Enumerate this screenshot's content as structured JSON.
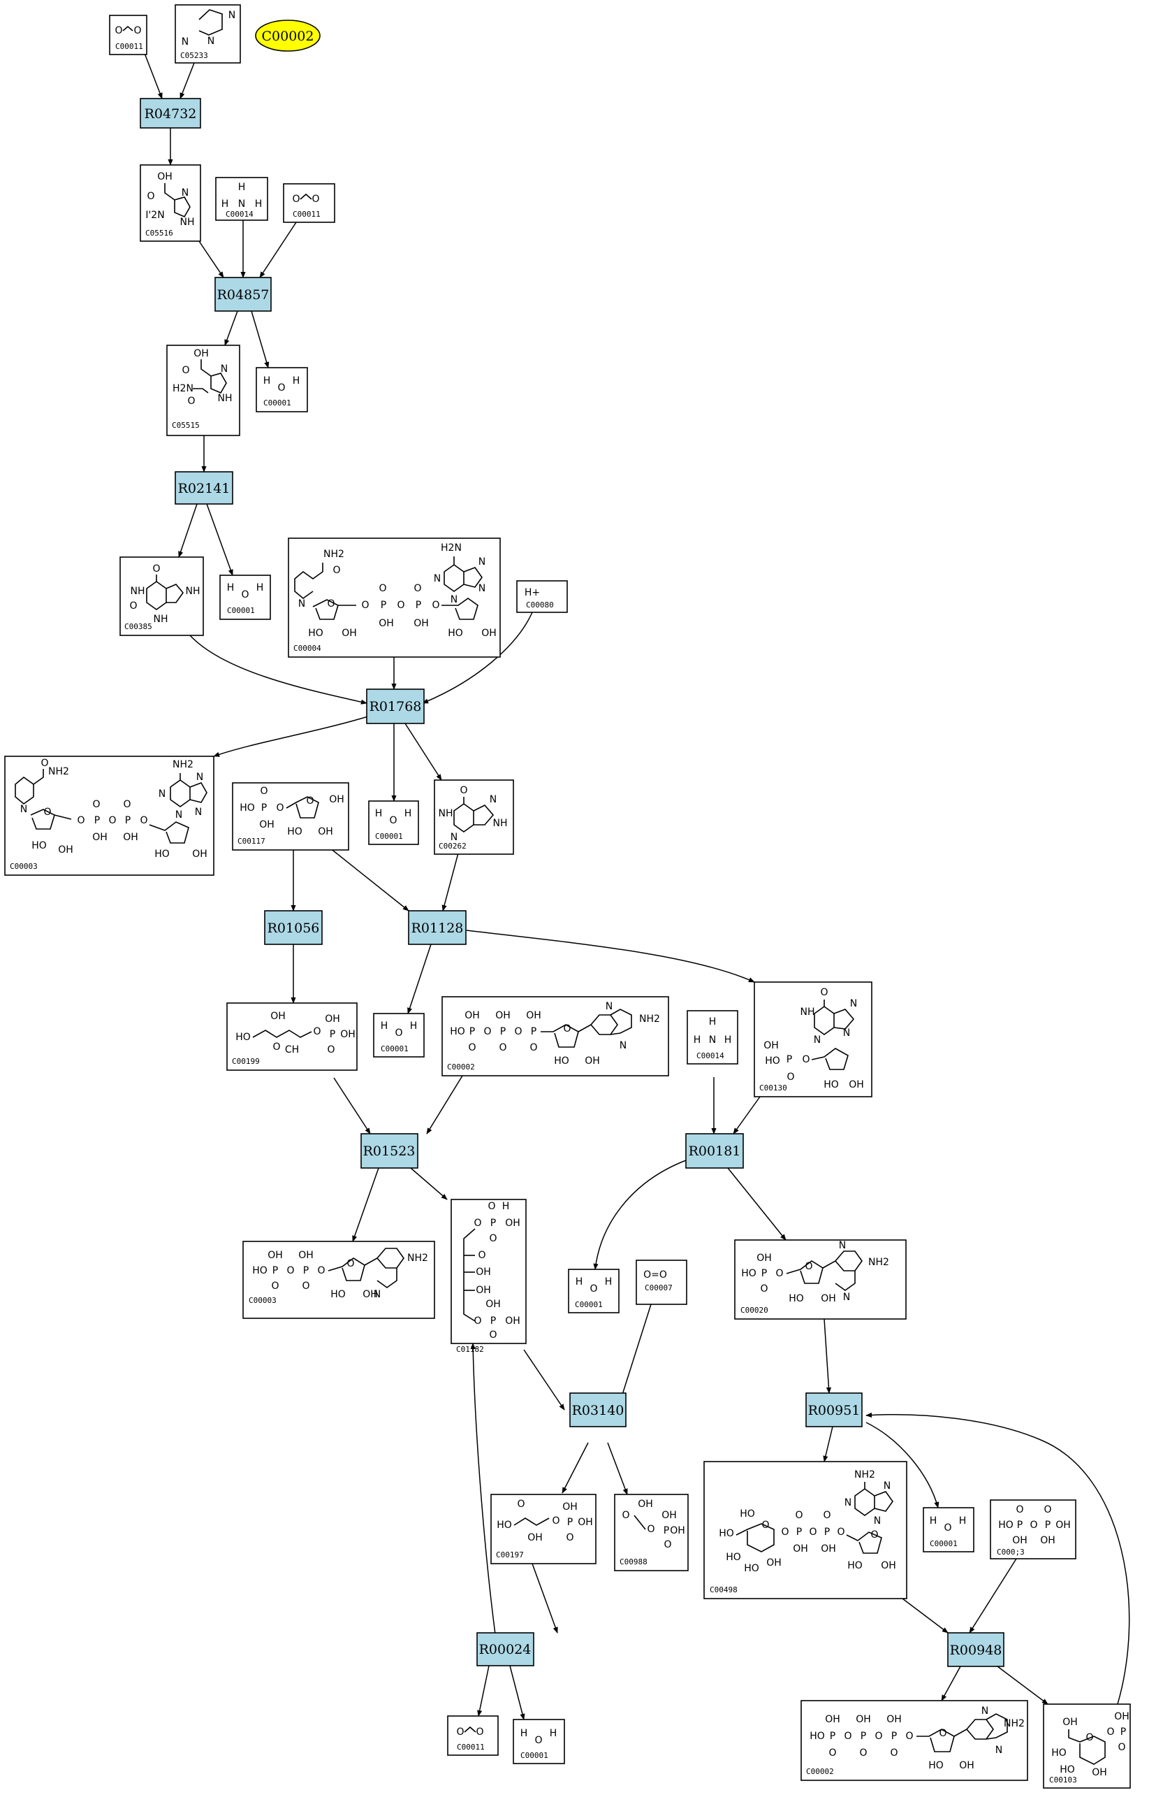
{
  "highlight": {
    "id": "C00002",
    "fill": "#ffff00"
  },
  "reactions": [
    {
      "id": "R04732"
    },
    {
      "id": "R04857"
    },
    {
      "id": "R02141"
    },
    {
      "id": "R01768"
    },
    {
      "id": "R01056"
    },
    {
      "id": "R01128"
    },
    {
      "id": "R01523"
    },
    {
      "id": "R00181"
    },
    {
      "id": "R03140"
    },
    {
      "id": "R00951"
    },
    {
      "id": "R00024"
    },
    {
      "id": "R00948"
    }
  ],
  "compounds": [
    {
      "key": "c11a",
      "id": "C00011",
      "structure": "carbon dioxide"
    },
    {
      "key": "c5233",
      "id": "C05233",
      "structure": "imidazole"
    },
    {
      "key": "c5516",
      "id": "C05516",
      "structure": "aminoimidazole carboxylic acid"
    },
    {
      "key": "c14a",
      "id": "C00014",
      "structure": "ammonia"
    },
    {
      "key": "c11b",
      "id": "C00011",
      "structure": "carbon dioxide"
    },
    {
      "key": "c5515",
      "id": "C05515",
      "structure": "ureidoimidazole carboxylic acid"
    },
    {
      "key": "c1a",
      "id": "C00001",
      "structure": "water"
    },
    {
      "key": "c385",
      "id": "C00385",
      "structure": "xanthine"
    },
    {
      "key": "c1b",
      "id": "C00001",
      "structure": "water"
    },
    {
      "key": "c4",
      "id": "C00004",
      "structure": "NADH"
    },
    {
      "key": "c80",
      "id": "C00080",
      "structure": "proton"
    },
    {
      "key": "c3a",
      "id": "C00003",
      "structure": "NAD+"
    },
    {
      "key": "c117",
      "id": "C00117",
      "structure": "ribose phosphate"
    },
    {
      "key": "c1c",
      "id": "C00001",
      "structure": "water"
    },
    {
      "key": "c262",
      "id": "C00262",
      "structure": "hypoxanthine"
    },
    {
      "key": "c199",
      "id": "C00199",
      "structure": "ribulose phosphate"
    },
    {
      "key": "c1d",
      "id": "C00001",
      "structure": "water"
    },
    {
      "key": "c2a",
      "id": "C00002",
      "structure": "ATP"
    },
    {
      "key": "c14b",
      "id": "C00014",
      "structure": "ammonia"
    },
    {
      "key": "c130",
      "id": "C00130",
      "structure": "IMP"
    },
    {
      "key": "c3b",
      "id": "C00003",
      "structure": "adenosine phosphate"
    },
    {
      "key": "c1182",
      "id": "C01182",
      "structure": "ribulose bisphosphate"
    },
    {
      "key": "c1e",
      "id": "C00001",
      "structure": "water"
    },
    {
      "key": "c7",
      "id": "C00007",
      "structure": "oxygen"
    },
    {
      "key": "c20",
      "id": "C00020",
      "structure": "AMP"
    },
    {
      "key": "c197",
      "id": "C00197",
      "structure": "glycerate phosphate"
    },
    {
      "key": "c988",
      "id": "C00988",
      "structure": "phosphoglycolate"
    },
    {
      "key": "c498",
      "id": "C00498",
      "structure": "ADP-glucose"
    },
    {
      "key": "c1f",
      "id": "C00001",
      "structure": "water"
    },
    {
      "key": "c13",
      "id": "C000;3",
      "structure": "pyrophosphate"
    },
    {
      "key": "c11c",
      "id": "C00011",
      "structure": "carbon dioxide"
    },
    {
      "key": "c1g",
      "id": "C00001",
      "structure": "water"
    },
    {
      "key": "c2b",
      "id": "C00002",
      "structure": "ATP"
    },
    {
      "key": "c103",
      "id": "C00103",
      "structure": "glucose phosphate"
    }
  ],
  "atoms": {
    "oh": "OH",
    "ho": "HO",
    "nh": "NH",
    "nh2": "NH2",
    "h2n": "H2N",
    "h": "H",
    "o": "O",
    "n": "N",
    "p": "P",
    "hplus": "H+",
    "oeqo": "O=O",
    "ch": "CH",
    "h2n_alt": "I'2N"
  }
}
